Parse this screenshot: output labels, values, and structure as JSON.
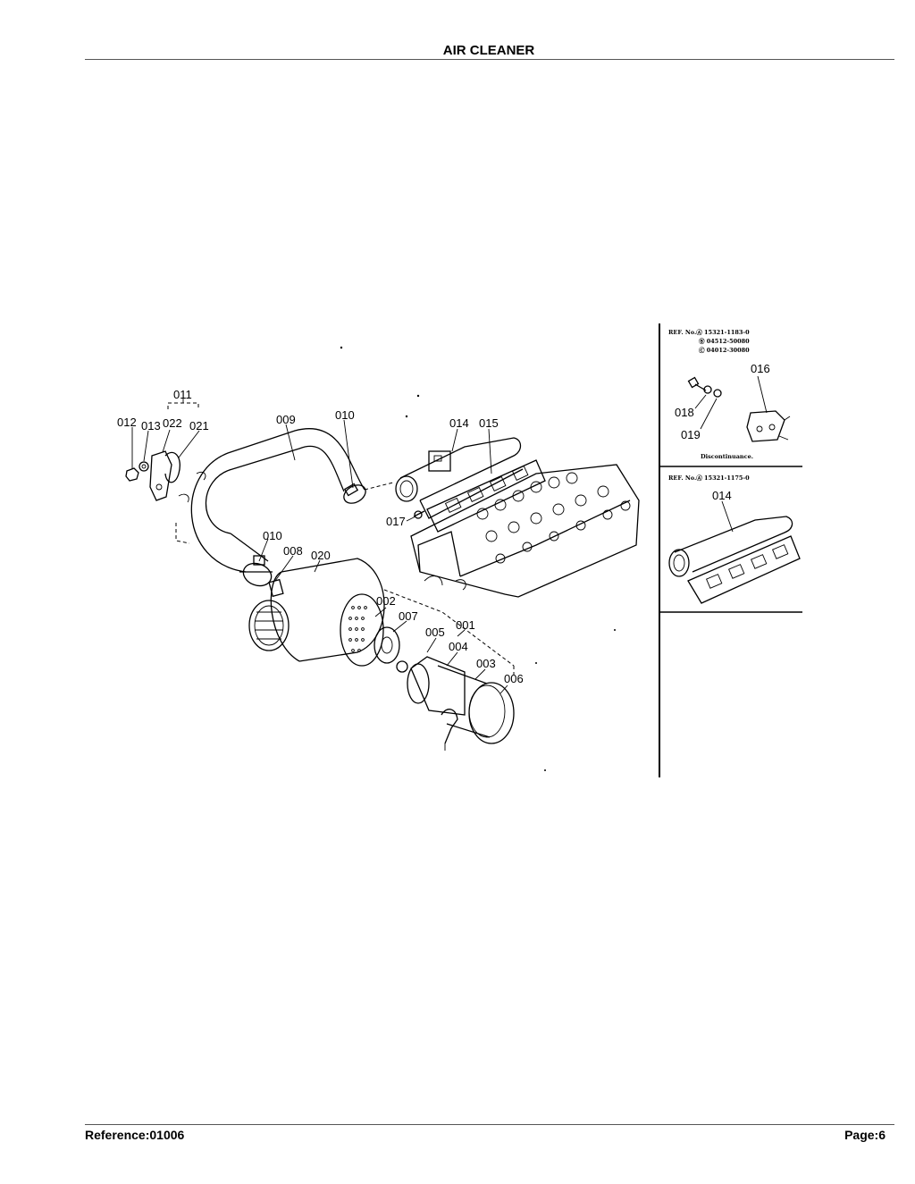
{
  "header": {
    "title": "AIR CLEANER"
  },
  "footer": {
    "reference": "Reference:01006",
    "page": "Page:6"
  },
  "diagram": {
    "callouts": [
      "011",
      "012",
      "013",
      "022",
      "021",
      "009",
      "010",
      "014",
      "015",
      "017",
      "010",
      "008",
      "020",
      "002",
      "007",
      "001",
      "005",
      "004",
      "003",
      "006"
    ],
    "inset_top": {
      "ref_line_1": "REF. No.Ⓐ 15321-1183-0",
      "ref_line_2": "Ⓑ 04512-50080",
      "ref_line_3": "Ⓒ 04012-30080",
      "callouts": [
        "016",
        "018",
        "019"
      ],
      "note": "Discontinuance."
    },
    "inset_bottom": {
      "ref_line_1": "REF. No.Ⓐ 15321-1175-0",
      "callouts": [
        "014"
      ]
    }
  }
}
